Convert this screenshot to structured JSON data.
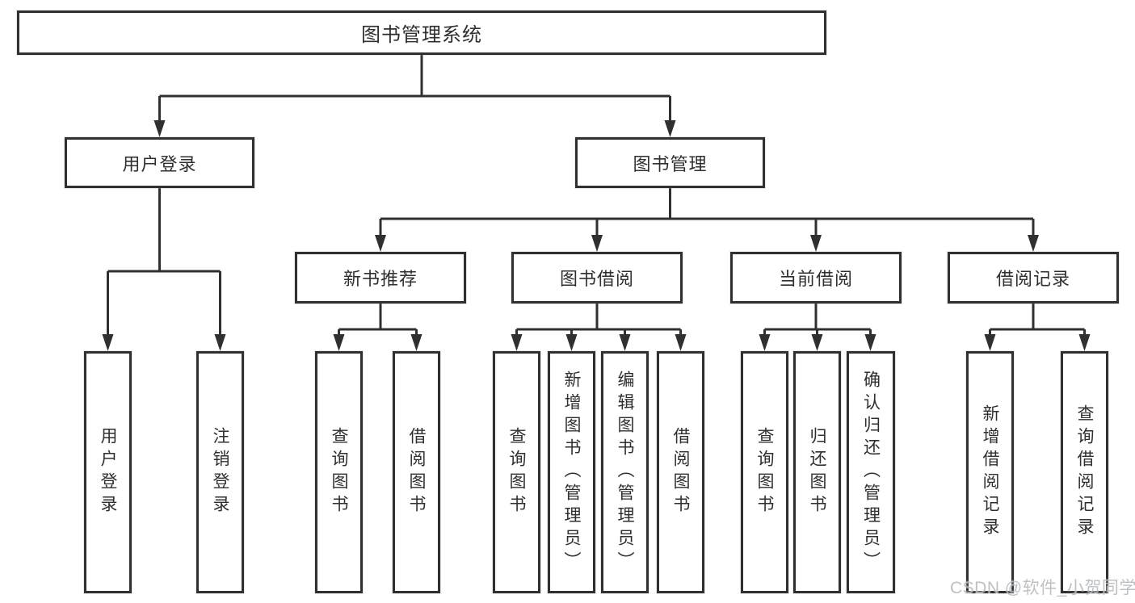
{
  "diagram": {
    "root_label": "图书管理系统",
    "level2": {
      "login": "用户登录",
      "management": "图书管理"
    },
    "level3": [
      "新书推荐",
      "图书借阅",
      "当前借阅",
      "借阅记录"
    ],
    "leaves": [
      "用户登录",
      "注销登录",
      "查询图书",
      "借阅图书",
      "查询图书",
      "新增图书（管理员）",
      "编辑图书（管理员）",
      "借阅图书",
      "查询图书",
      "归还图书",
      "确认归还（管理员）",
      "新增借阅记录",
      "查询借阅记录"
    ]
  },
  "watermark": {
    "text": "CSDN @软件_小贺同学"
  },
  "colors": {
    "line": "#303030",
    "text": "#2f2f2f",
    "watermark": "#b9bcbf",
    "background": "#ffffff"
  }
}
